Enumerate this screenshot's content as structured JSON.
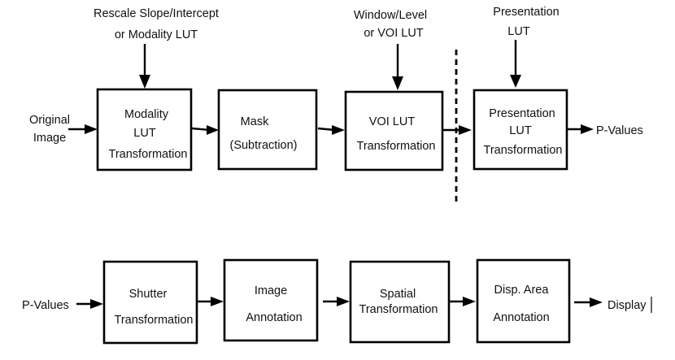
{
  "top_row": {
    "inputs": {
      "modality": {
        "line1": "Rescale Slope/Intercept",
        "line2": "or Modality LUT"
      },
      "window": {
        "line1": "Window/Level",
        "line2": "or VOI  LUT"
      },
      "presentation": {
        "line1": "Presentation",
        "line2": "LUT"
      }
    },
    "source": {
      "line1": "Original",
      "line2": "Image"
    },
    "boxes": {
      "modality": {
        "line1": "Modality",
        "line2": "LUT",
        "line3": "Transformation"
      },
      "mask": {
        "line1": "Mask",
        "line2": "(Subtraction)"
      },
      "voi": {
        "line1": "VOI  LUT",
        "line2": "Transformation"
      },
      "presentation": {
        "line1": "Presentation",
        "line2": "LUT",
        "line3": "Transformation"
      }
    },
    "output": "P-Values"
  },
  "bottom_row": {
    "source": "P-Values",
    "boxes": {
      "shutter": {
        "line1": "Shutter",
        "line2": "Transformation"
      },
      "image_annotation": {
        "line1": "Image",
        "line2": "Annotation"
      },
      "spatial": {
        "line1": "Spatial",
        "line2": "Transformation"
      },
      "disp_area": {
        "line1": "Disp. Area",
        "line2": "Annotation"
      }
    },
    "output": "Display"
  }
}
